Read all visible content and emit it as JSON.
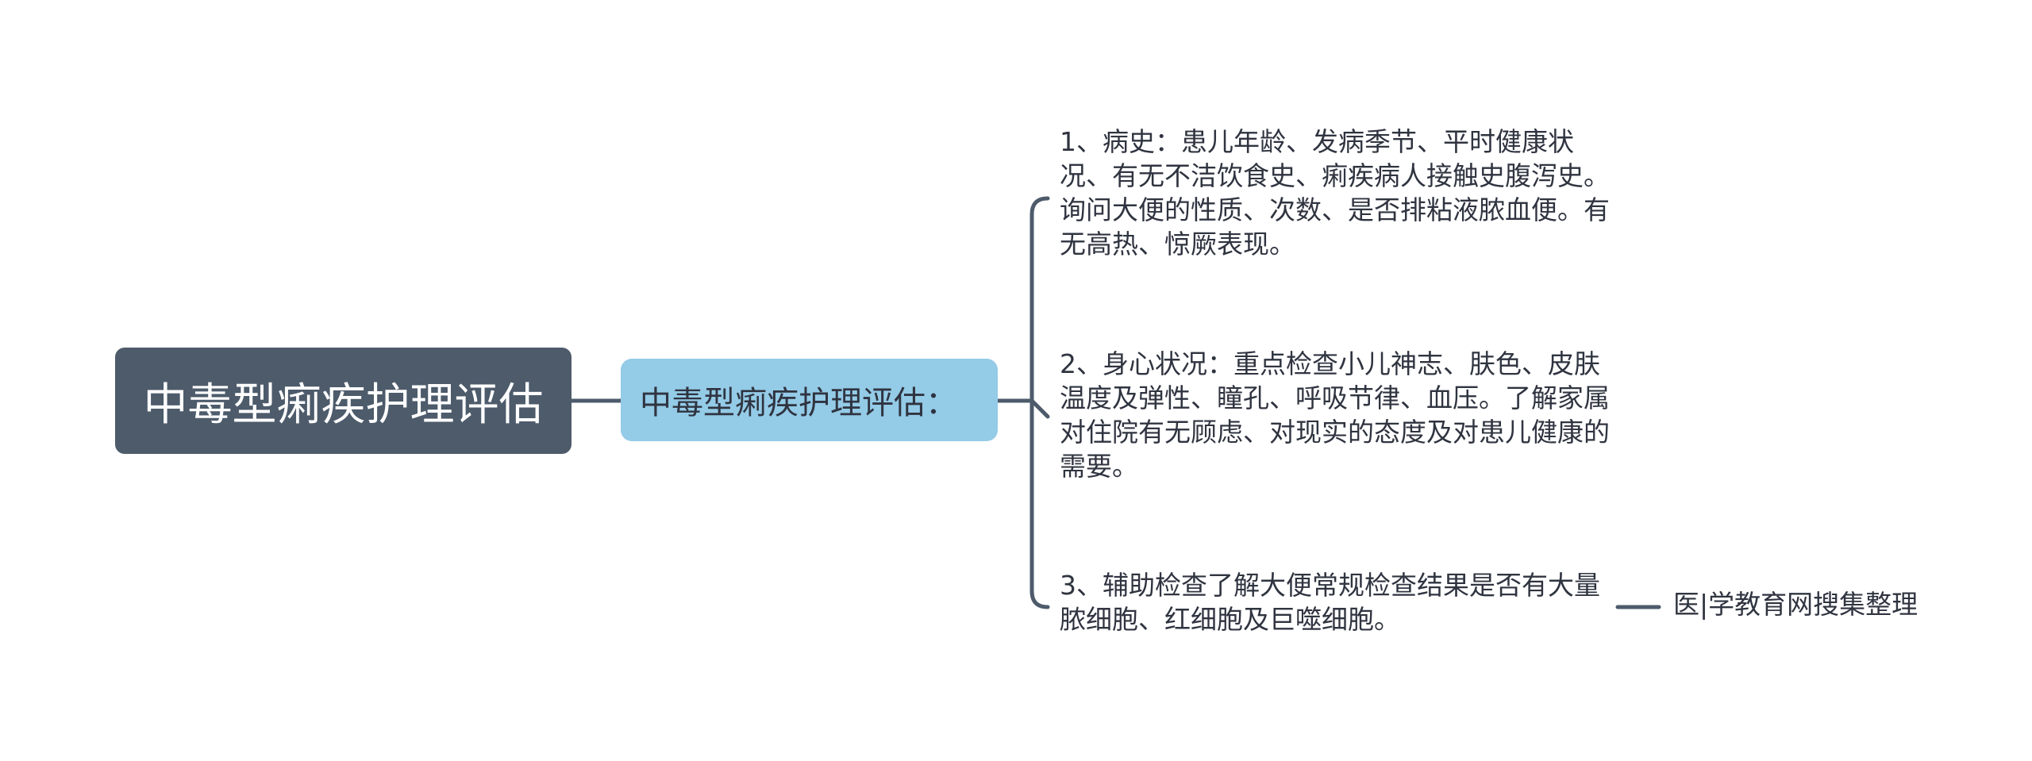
{
  "colors": {
    "root_fill": "#4d5b6b",
    "subtopic_fill": "#94cbe7",
    "connector": "#4d5b6b",
    "text_dark": "#2f3440",
    "text_light": "#ffffff"
  },
  "root": {
    "label": "中毒型痢疾护理评估"
  },
  "subtopic": {
    "label": "中毒型痢疾护理评估："
  },
  "leaves": [
    {
      "text": "1、病史：患儿年龄、发病季节、平时健康状况、有无不洁饮食史、痢疾病人接触史腹泻史。询问大便的性质、次数、是否排粘液脓血便。有无高热、惊厥表现。"
    },
    {
      "text": "2、身心状况：重点检查小儿神志、肤色、皮肤温度及弹性、瞳孔、呼吸节律、血压。了解家属对住院有无顾虑、对现实的态度及对患儿健康的需要。"
    },
    {
      "text": "3、辅助检查了解大便常规检查结果是否有大量脓细胞、红细胞及巨噬细胞。"
    }
  ],
  "note": {
    "text": "医|学教育网搜集整理"
  }
}
